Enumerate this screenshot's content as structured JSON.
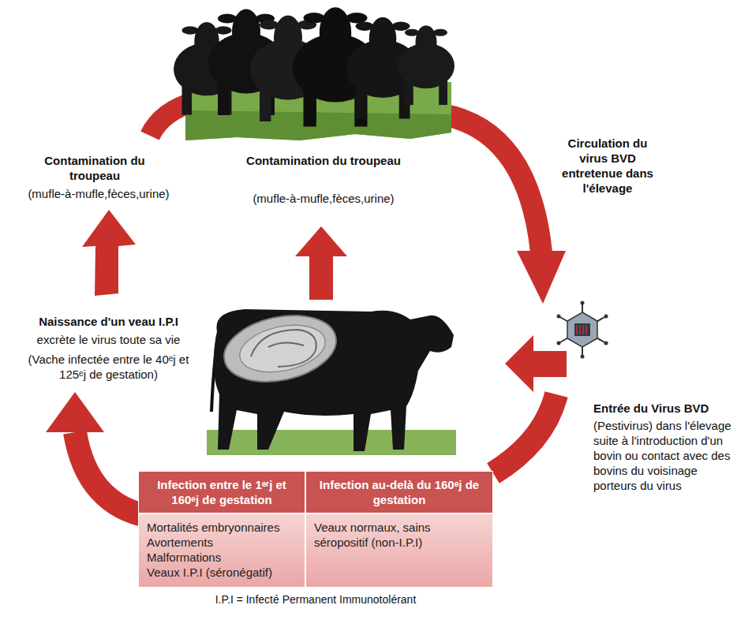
{
  "diagram": {
    "nodes": [
      {
        "text": [
          "Infection entre le 1ᵉʳj et 160ᵉj de gestation"
        ]
      },
      {
        "text": [
          "Infection au-delà du 160ᵉj de gestation"
        ]
      },
      {
        "text": [
          "Mortalités embryonnaires",
          "Avortements",
          "Malformations",
          "Veaux I.P.I (séronégatif)"
        ]
      },
      {
        "text": [
          "Veaux normaux, sains séropositif (non-I.P.I)"
        ]
      }
    ],
    "labels": [
      "Contamination du troupeau",
      "(mufle-à-mufle,fèces,urine)",
      "Contamination du troupeau",
      "(mufle-à-mufle,fèces,urine)",
      "Circulation du virus BVD entretenue dans l'élevage",
      "Naissance d'un veau I.P.I",
      "excrète le virus toute sa vie",
      "(Vache infectée entre le 40ᵉj et 125ᵉj de gestation)",
      "Entrée du Virus BVD",
      "(Pestivirus) dans l'élevage suite à l'introduction d'un bovin ou contact avec des bovins du voisinage porteurs du virus",
      "I.P.I = Infecté Permanent Immunotolérant"
    ]
  }
}
